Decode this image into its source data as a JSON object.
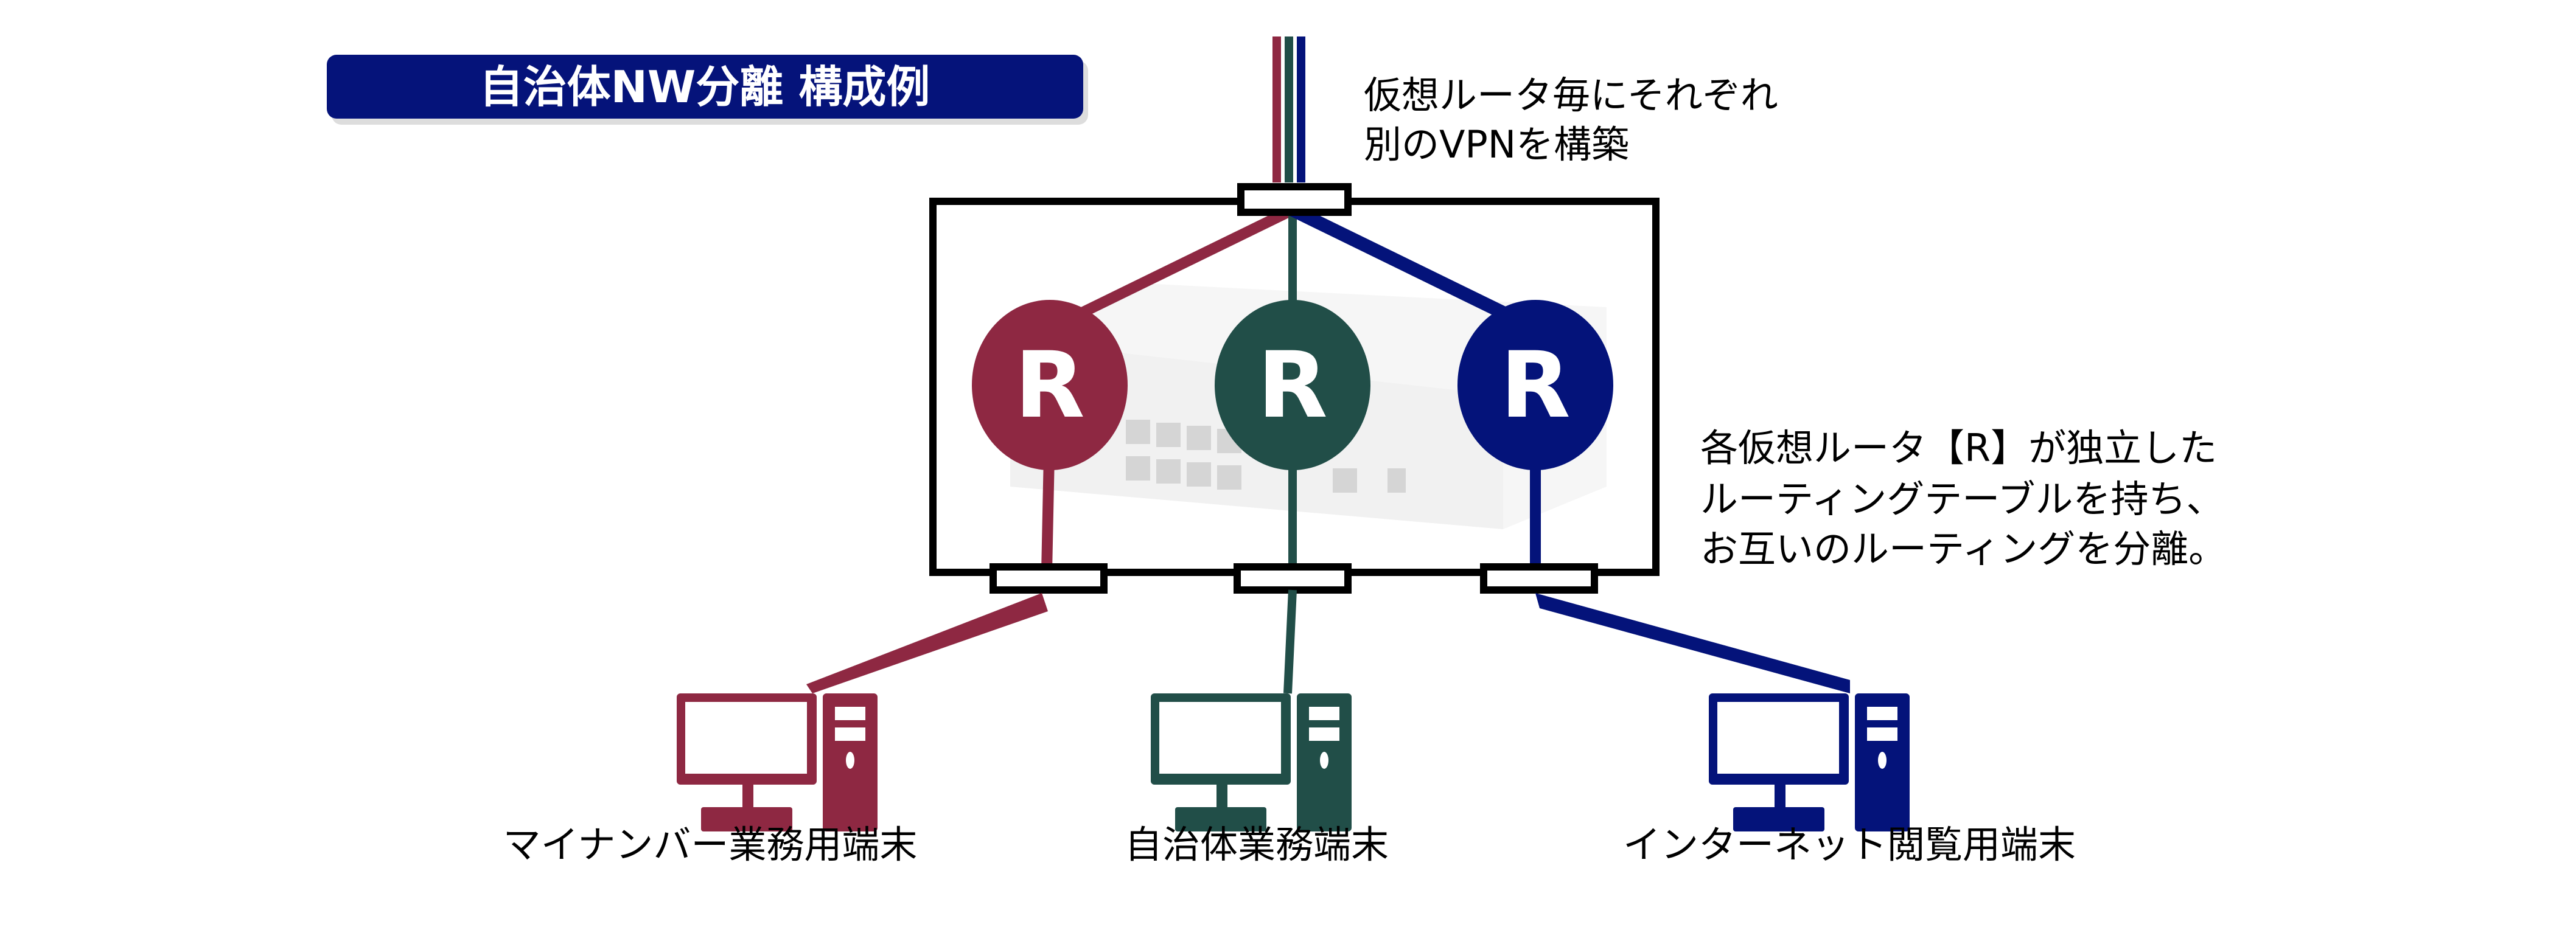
{
  "title": "自治体NW分離 構成例",
  "colors": {
    "title_bg": "#05137a",
    "mynumber": "#8e2842",
    "municipal": "#214e48",
    "internet": "#04137a"
  },
  "annotations": {
    "vpn_line1": "仮想ルータ毎にそれぞれ",
    "vpn_line2": "別のVPNを構築",
    "routing_line1": "各仮想ルータ【R】が独立した",
    "routing_line2": "ルーティングテーブルを持ち、",
    "routing_line3": "お互いのルーティングを分離。"
  },
  "routers": [
    {
      "label": "R",
      "color": "#8e2842"
    },
    {
      "label": "R",
      "color": "#214e48"
    },
    {
      "label": "R",
      "color": "#04137a"
    }
  ],
  "terminals": [
    {
      "label": "マイナンバー業務用端末",
      "icon": "desktop-pc-icon"
    },
    {
      "label": "自治体業務端末",
      "icon": "desktop-pc-icon"
    },
    {
      "label": "インターネット閲覧用端末",
      "icon": "desktop-pc-icon"
    }
  ]
}
